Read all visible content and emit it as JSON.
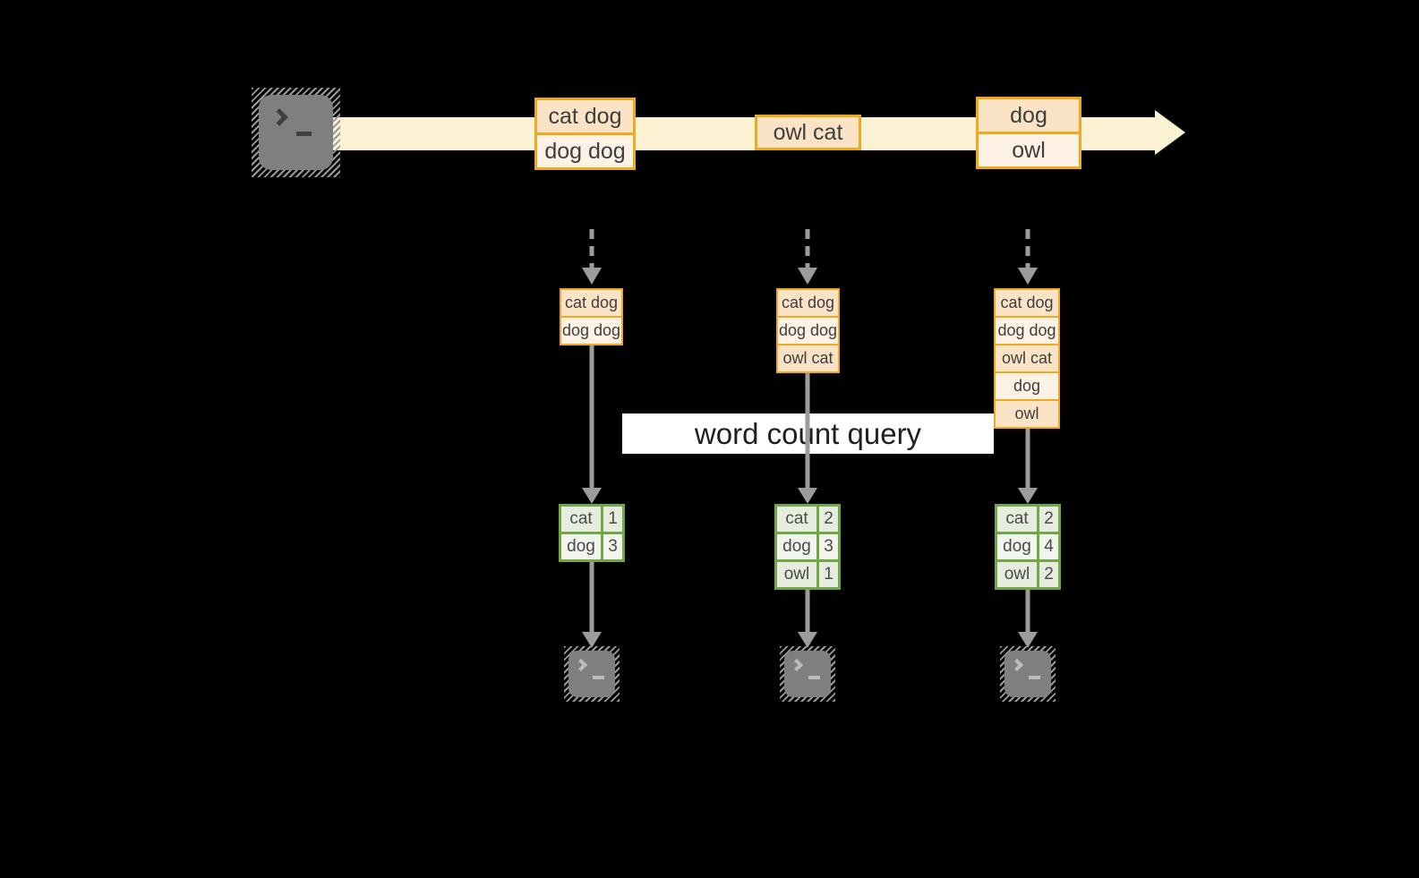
{
  "palette": {
    "background": "#000000",
    "stream_fill": "#FAF2D2",
    "box_border": "#F0A81E",
    "box_fill_dark": "#FBE3C5",
    "box_fill_light": "#FDF2E3",
    "table_border": "#6FA845",
    "table_fill_dark": "#E6ECDE",
    "table_fill_light": "#F2F5EE",
    "arrow_gray": "#9C9C9C",
    "terminal_gray": "#7F7F7F",
    "banner_bg": "#FFFFFF",
    "banner_text": "#1F1F1F",
    "text": "#3E3E3E"
  },
  "icons": {
    "source_terminal": "terminal-prompt",
    "consumer_terminal": "terminal-prompt"
  },
  "banner": {
    "label": "word count query"
  },
  "stream": {
    "batches": [
      {
        "messages": [
          "cat dog",
          "dog dog"
        ]
      },
      {
        "messages": [
          "owl cat"
        ]
      },
      {
        "messages": [
          "dog",
          "owl"
        ]
      }
    ]
  },
  "columns": [
    {
      "events": [
        "cat dog",
        "dog dog"
      ],
      "counts": [
        {
          "word": "cat",
          "count": "1"
        },
        {
          "word": "dog",
          "count": "3"
        }
      ]
    },
    {
      "events": [
        "cat dog",
        "dog dog",
        "owl cat"
      ],
      "counts": [
        {
          "word": "cat",
          "count": "2"
        },
        {
          "word": "dog",
          "count": "3"
        },
        {
          "word": "owl",
          "count": "1"
        }
      ]
    },
    {
      "events": [
        "cat dog",
        "dog dog",
        "owl cat",
        "dog",
        "owl"
      ],
      "counts": [
        {
          "word": "cat",
          "count": "2"
        },
        {
          "word": "dog",
          "count": "4"
        },
        {
          "word": "owl",
          "count": "2"
        }
      ]
    }
  ]
}
